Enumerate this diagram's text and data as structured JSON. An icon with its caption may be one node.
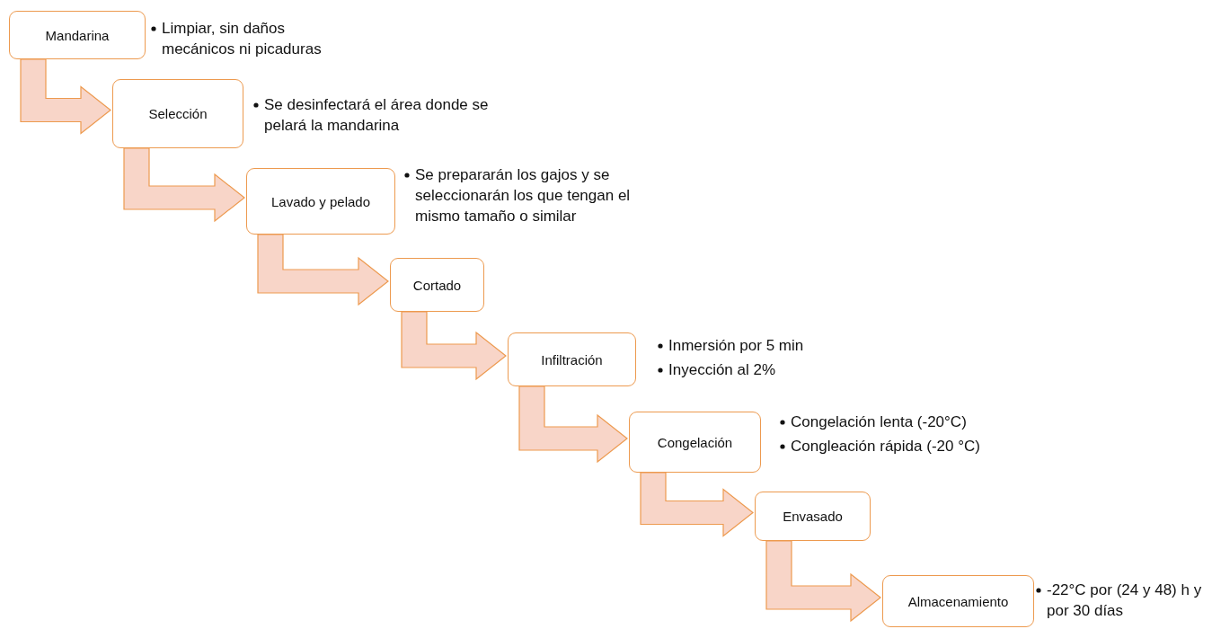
{
  "diagram": {
    "nodes": [
      {
        "text": [
          "Mandarina"
        ],
        "beside": [
          "Limpiar, sin daños mecánicos ni picaduras"
        ]
      },
      {
        "text": [
          "Selección"
        ],
        "beside": [
          "Se desinfectará el área donde se pelará la mandarina"
        ]
      },
      {
        "text": [
          "Lavado y pelado"
        ],
        "beside": [
          "Se prepararán los gajos y se seleccionarán los que tengan el mismo tamaño o similar"
        ]
      },
      {
        "text": [
          "Cortado"
        ]
      },
      {
        "text": [
          "Infiltración"
        ],
        "beside": [
          "Inmersión por 5 min",
          "Inyección al 2%"
        ]
      },
      {
        "text": [
          "Congelación"
        ],
        "beside": [
          "Congelación lenta (-20°C)",
          "Congleación rápida (-20 °C)"
        ]
      },
      {
        "text": [
          "Envasado"
        ]
      },
      {
        "text": [
          "Almacenamiento"
        ],
        "beside": [
          "-22°C por (24 y 48) h y por 30 días"
        ]
      }
    ],
    "edges": [
      {
        "from": 0,
        "to": 1,
        "arrow": "to"
      },
      {
        "from": 1,
        "to": 2,
        "arrow": "to"
      },
      {
        "from": 2,
        "to": 3,
        "arrow": "to"
      },
      {
        "from": 3,
        "to": 4,
        "arrow": "to"
      },
      {
        "from": 4,
        "to": 5,
        "arrow": "to"
      },
      {
        "from": 5,
        "to": 6,
        "arrow": "to"
      },
      {
        "from": 6,
        "to": 7,
        "arrow": "to"
      }
    ]
  }
}
